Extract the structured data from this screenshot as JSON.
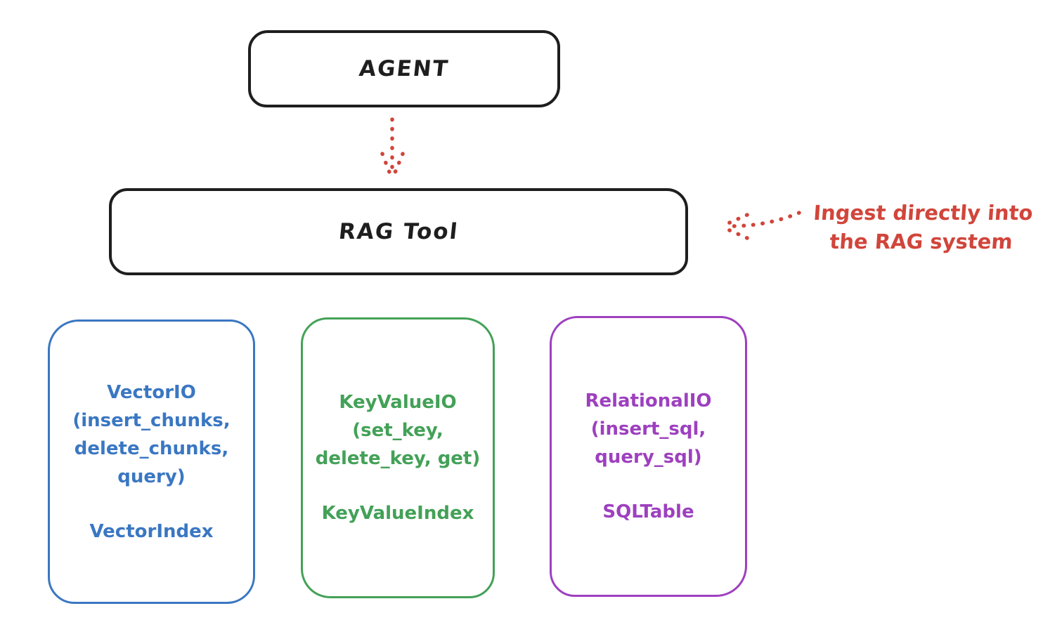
{
  "colors": {
    "black": "#1e1e1e",
    "red": "#d1453b",
    "blue": "#3a77c2",
    "green": "#43a157",
    "purple": "#9d40bf"
  },
  "agent": {
    "label": "AGENT"
  },
  "rag_tool": {
    "label": "RAG Tool"
  },
  "ingest_note": {
    "line1": "Ingest directly into",
    "line2": "the RAG system"
  },
  "vector_box": {
    "title": "VectorIO",
    "arg1": "(insert_chunks,",
    "arg2": "delete_chunks,",
    "arg3": "query)",
    "index": "VectorIndex"
  },
  "keyvalue_box": {
    "title": "KeyValueIO",
    "arg1": "(set_key,",
    "arg2": "delete_key, get)",
    "index": "KeyValueIndex"
  },
  "relational_box": {
    "title": "RelationalIO",
    "arg1": "(insert_sql,",
    "arg2": "query_sql)",
    "index": "SQLTable"
  }
}
